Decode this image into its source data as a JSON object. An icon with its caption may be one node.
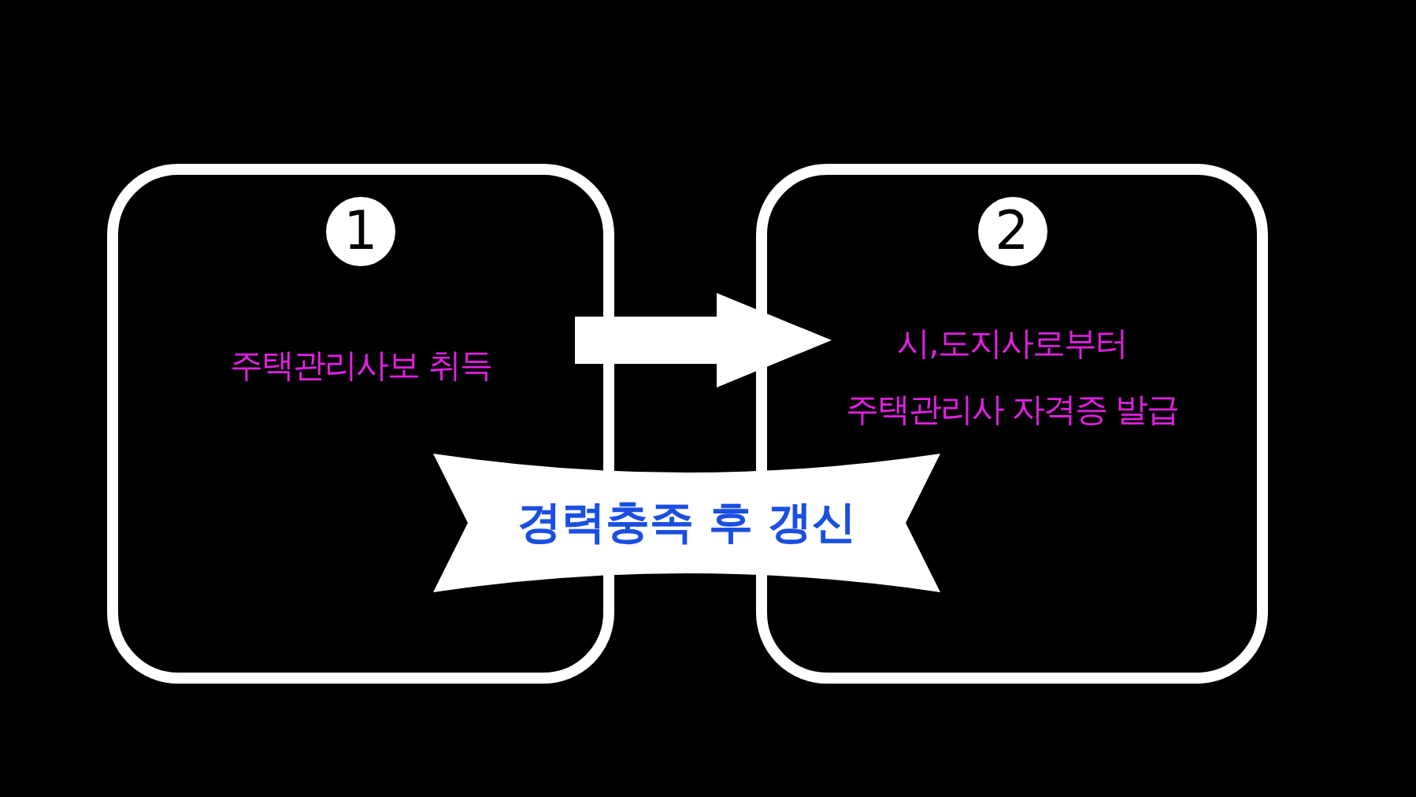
{
  "diagram": {
    "nodes": [
      {
        "text": [
          "1",
          "주택관리사보 취득"
        ]
      },
      {
        "text": [
          "2",
          "시,도지사로부터 주택관리사 자격증 발급"
        ]
      },
      {
        "text": [
          "경력충족 후 갱신"
        ]
      }
    ],
    "edges": [
      {
        "from": 0,
        "to": 1,
        "arrow": "to",
        "style": "thick"
      }
    ]
  }
}
